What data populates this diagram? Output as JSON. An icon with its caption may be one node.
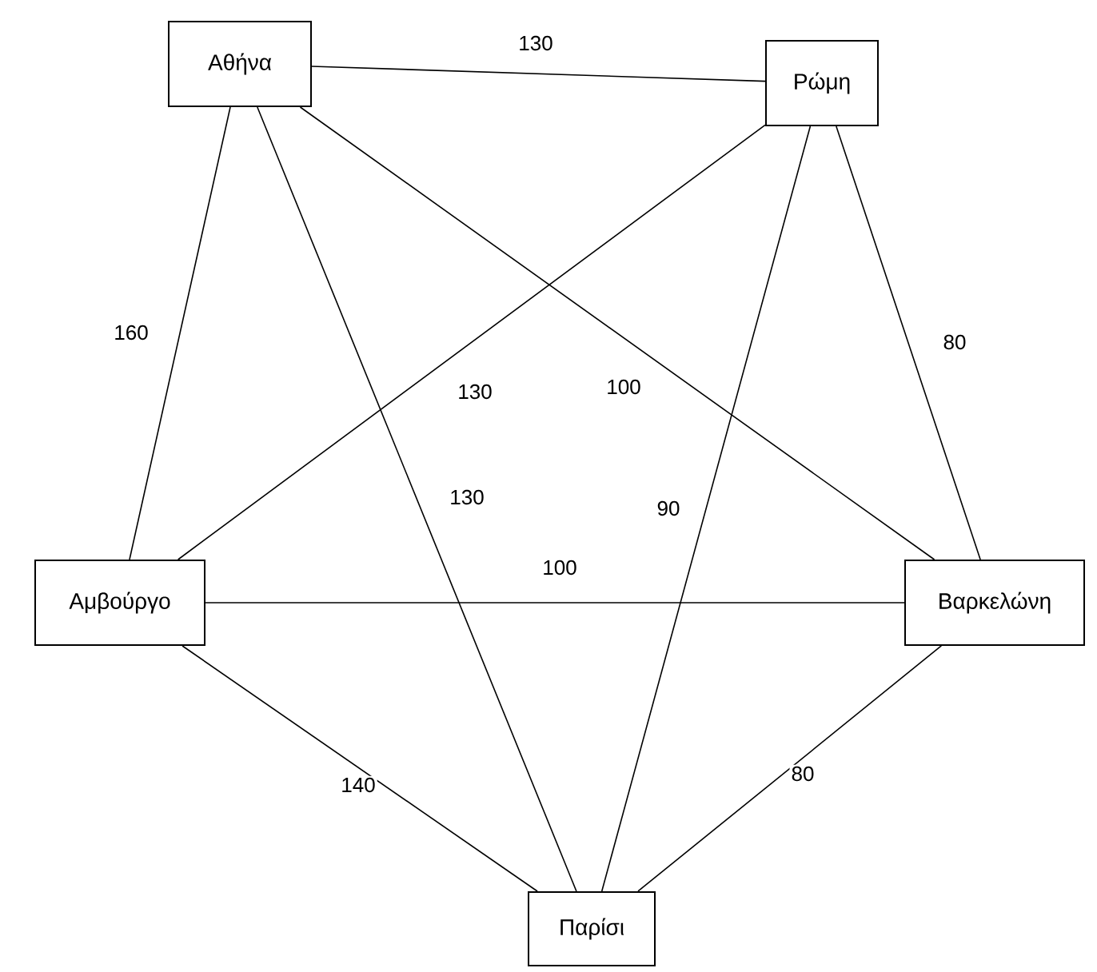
{
  "diagram": {
    "nodes": [
      {
        "text": [
          "Αθήνα"
        ]
      },
      {
        "text": [
          "Ρώμη"
        ]
      },
      {
        "text": [
          "Αμβούργο"
        ]
      },
      {
        "text": [
          "Βαρκελώνη"
        ]
      },
      {
        "text": [
          "Παρίσι"
        ]
      }
    ],
    "edges": [
      {
        "from": 0,
        "to": 1,
        "arrow": "none",
        "label": "130"
      },
      {
        "from": 0,
        "to": 2,
        "arrow": "none",
        "label": "160"
      },
      {
        "from": 0,
        "to": 4,
        "arrow": "none",
        "label": "130"
      },
      {
        "from": 0,
        "to": 3,
        "arrow": "none",
        "label": "100"
      },
      {
        "from": 1,
        "to": 2,
        "arrow": "none",
        "label": "130"
      },
      {
        "from": 1,
        "to": 4,
        "arrow": "none",
        "label": "90"
      },
      {
        "from": 1,
        "to": 3,
        "arrow": "none",
        "label": "80"
      },
      {
        "from": 2,
        "to": 3,
        "arrow": "none",
        "label": "100"
      },
      {
        "from": 2,
        "to": 4,
        "arrow": "none",
        "label": "140"
      },
      {
        "from": 3,
        "to": 4,
        "arrow": "none",
        "label": "80"
      }
    ]
  }
}
